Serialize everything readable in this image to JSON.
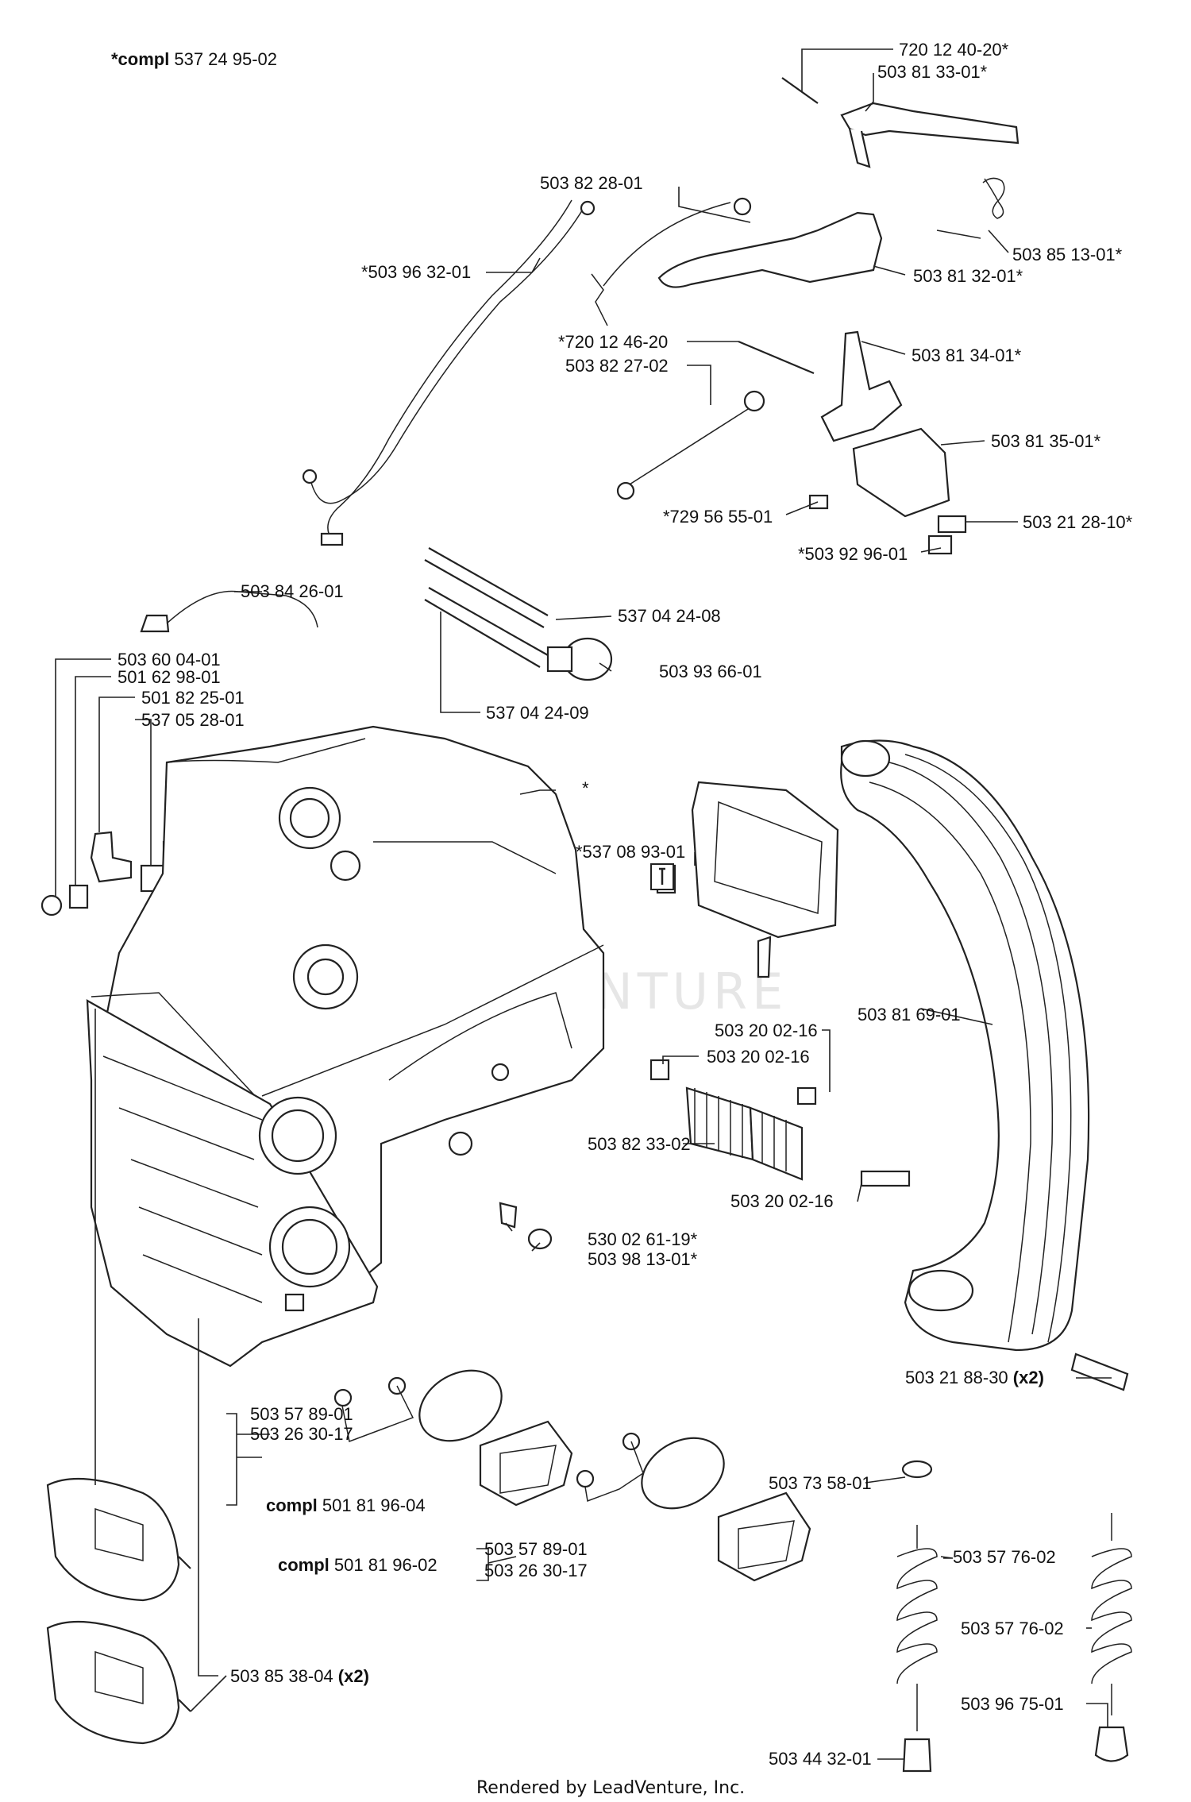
{
  "header": {
    "compl_prefix": "*compl",
    "compl_number": "537 24 95-02"
  },
  "labels": [
    {
      "id": "l1",
      "bold": "",
      "text": "720 12 40-20*"
    },
    {
      "id": "l2",
      "bold": "",
      "text": "503 81 33-01*"
    },
    {
      "id": "l3",
      "bold": "",
      "text": "503 82 28-01"
    },
    {
      "id": "l4",
      "bold": "",
      "text": "503 85 13-01*"
    },
    {
      "id": "l5",
      "bold": "",
      "text": "*503 96 32-01"
    },
    {
      "id": "l6",
      "bold": "",
      "text": "503 81 32-01*"
    },
    {
      "id": "l7",
      "bold": "",
      "text": "*720 12 46-20"
    },
    {
      "id": "l8",
      "bold": "",
      "text": "503 82 27-02"
    },
    {
      "id": "l9",
      "bold": "",
      "text": "503 81 34-01*"
    },
    {
      "id": "l10",
      "bold": "",
      "text": "503 81 35-01*"
    },
    {
      "id": "l11",
      "bold": "",
      "text": "*729 56 55-01"
    },
    {
      "id": "l12",
      "bold": "",
      "text": "503 21 28-10*"
    },
    {
      "id": "l13",
      "bold": "",
      "text": "*503 92 96-01"
    },
    {
      "id": "l14",
      "bold": "",
      "text": "503 84 26-01"
    },
    {
      "id": "l15",
      "bold": "",
      "text": "537 04 24-08"
    },
    {
      "id": "l16",
      "bold": "",
      "text": "503 60 04-01"
    },
    {
      "id": "l17",
      "bold": "",
      "text": "501 62 98-01"
    },
    {
      "id": "l18",
      "bold": "",
      "text": "501 82 25-01"
    },
    {
      "id": "l19",
      "bold": "",
      "text": "537 05 28-01"
    },
    {
      "id": "l20",
      "bold": "",
      "text": "503 93 66-01"
    },
    {
      "id": "l21",
      "bold": "",
      "text": "537 04 24-09"
    },
    {
      "id": "l22",
      "bold": "",
      "text": "*"
    },
    {
      "id": "l23",
      "bold": "",
      "text": "*537 08 93-01"
    },
    {
      "id": "l24",
      "bold": "",
      "text": "503 81 69-01"
    },
    {
      "id": "l25",
      "bold": "",
      "text": "503 20 02-16"
    },
    {
      "id": "l26",
      "bold": "",
      "text": "503 20 02-16"
    },
    {
      "id": "l27",
      "bold": "",
      "text": "503 82 33-02"
    },
    {
      "id": "l28",
      "bold": "",
      "text": "503 20 02-16"
    },
    {
      "id": "l29",
      "bold": "",
      "text": "530 02 61-19*"
    },
    {
      "id": "l30",
      "bold": "",
      "text": "503 98 13-01*"
    },
    {
      "id": "l31",
      "bold": "",
      "text": "503 21 88-30 ",
      "suffix": "(x2)"
    },
    {
      "id": "l32",
      "bold": "",
      "text": "503 57 89-01"
    },
    {
      "id": "l33",
      "bold": "",
      "text": "503 26 30-17"
    },
    {
      "id": "l34",
      "bold": "compl",
      "text": " 501 81 96-04"
    },
    {
      "id": "l35",
      "bold": "",
      "text": "503 73 58-01"
    },
    {
      "id": "l36",
      "bold": "",
      "text": "503 57 89-01"
    },
    {
      "id": "l37",
      "bold": "compl",
      "text": " 501 81 96-02"
    },
    {
      "id": "l38",
      "bold": "",
      "text": "503 26 30-17"
    },
    {
      "id": "l39",
      "bold": "",
      "text": "503 57 76-02"
    },
    {
      "id": "l40",
      "bold": "",
      "text": "503 57 76-02"
    },
    {
      "id": "l41",
      "bold": "",
      "text": "503 85 38-04 ",
      "suffix": "(x2)"
    },
    {
      "id": "l42",
      "bold": "",
      "text": "503 96 75-01"
    },
    {
      "id": "l43",
      "bold": "",
      "text": "503 44 32-01"
    }
  ],
  "watermark": "LEADVENTURE",
  "footer": "Rendered by LeadVenture, Inc."
}
